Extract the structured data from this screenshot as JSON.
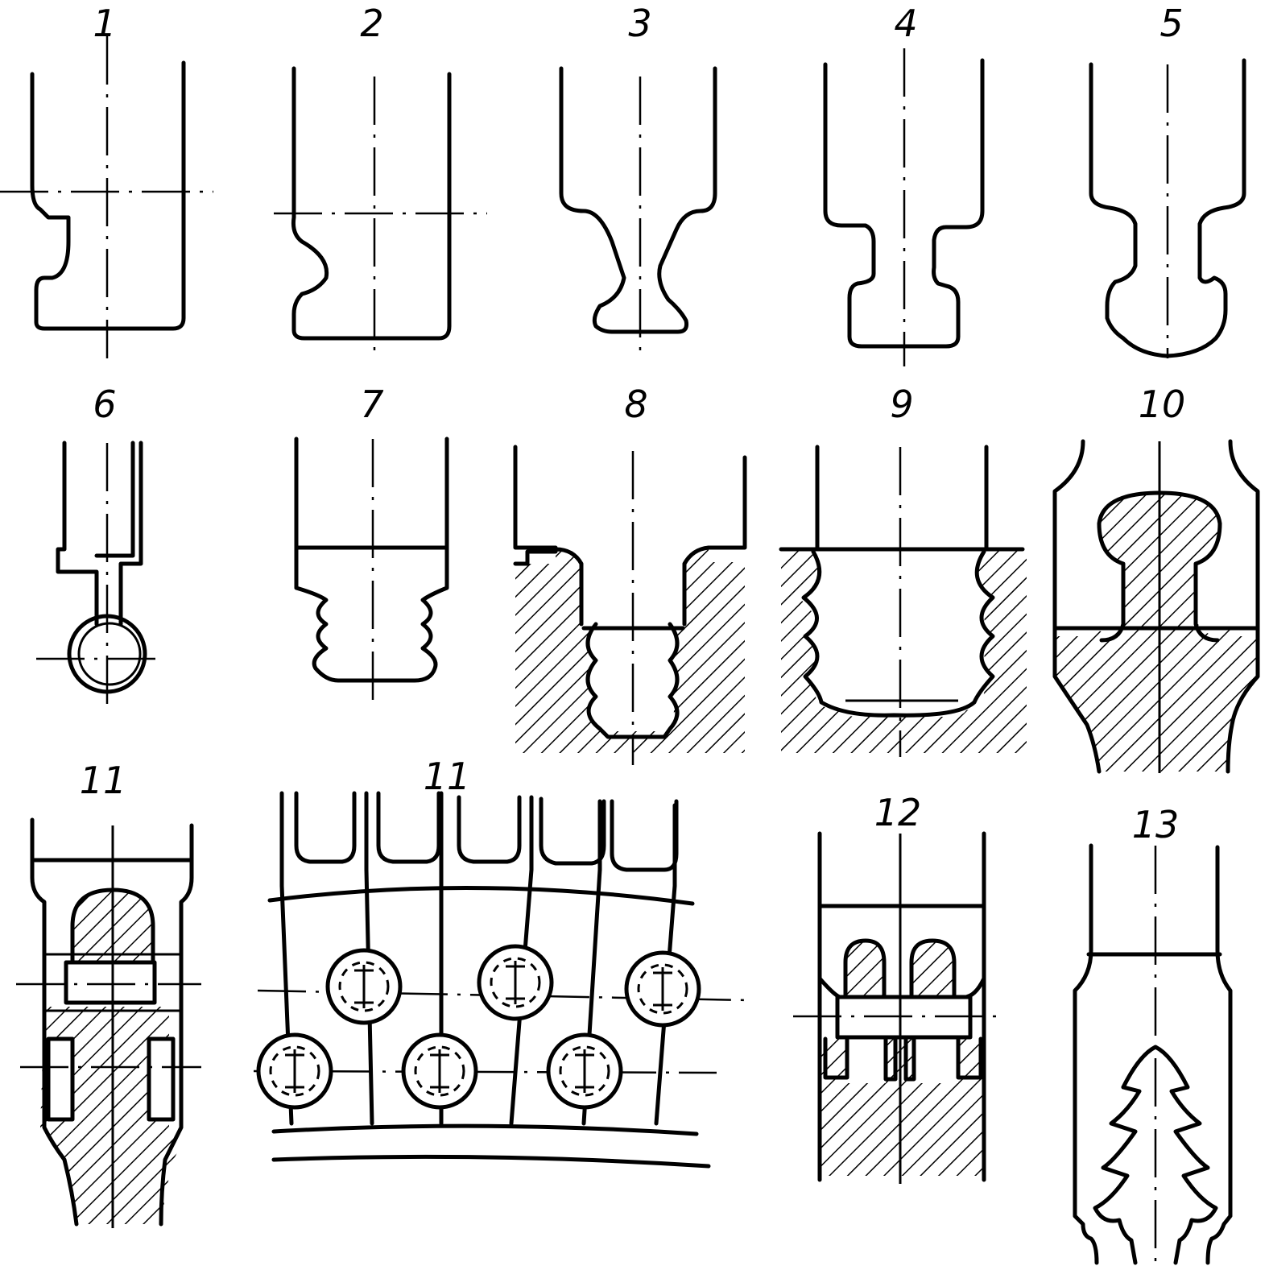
{
  "figures": [
    {
      "id": "fig-1",
      "label": "1"
    },
    {
      "id": "fig-2",
      "label": "2"
    },
    {
      "id": "fig-3",
      "label": "3"
    },
    {
      "id": "fig-4",
      "label": "4"
    },
    {
      "id": "fig-5",
      "label": "5"
    },
    {
      "id": "fig-6",
      "label": "6"
    },
    {
      "id": "fig-7",
      "label": "7"
    },
    {
      "id": "fig-8",
      "label": "8"
    },
    {
      "id": "fig-9",
      "label": "9"
    },
    {
      "id": "fig-10",
      "label": "10"
    },
    {
      "id": "fig-11a",
      "label": "11"
    },
    {
      "id": "fig-11b",
      "label": "11"
    },
    {
      "id": "fig-12",
      "label": "12"
    },
    {
      "id": "fig-13",
      "label": "13"
    }
  ],
  "colors": {
    "ink": "#000000",
    "paper": "#ffffff"
  }
}
